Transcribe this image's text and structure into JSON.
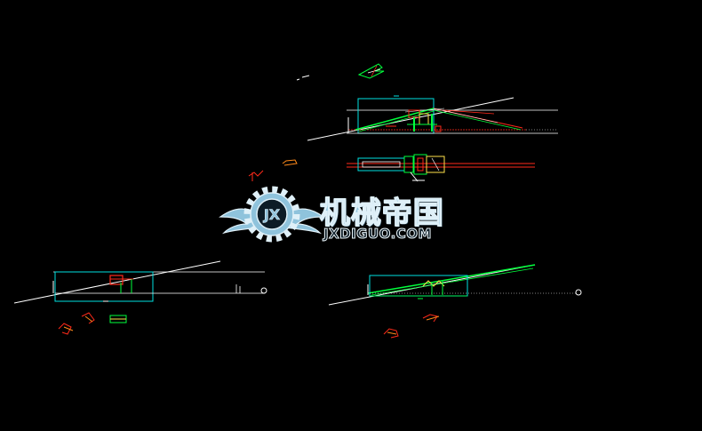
{
  "drawing": {
    "background": "#000000",
    "line_colors": {
      "white": "#ffffff",
      "green": "#00ff3c",
      "cyan": "#00e0e0",
      "red": "#ff2a1a",
      "orange": "#ff8a1a",
      "yellow": "#ffe24a"
    }
  },
  "watermark": {
    "logo_text": "JX",
    "title": "机械帝国",
    "url": "JXDIGUO.COM",
    "color": "#8fc3dc"
  }
}
